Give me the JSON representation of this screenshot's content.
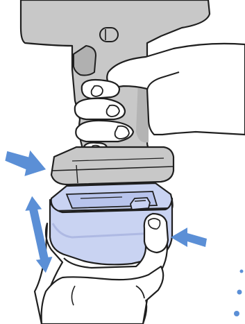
{
  "illustration": {
    "subject": "power-tool-battery-attachment",
    "colors": {
      "tool_body": "#c8c8c8",
      "tool_body_dark": "#a9a9a9",
      "battery": "#c9d3f2",
      "battery_shadow": "#aeb9e3",
      "arrow": "#5b8fd6",
      "outline": "#1f1f1f",
      "hand": "#ffffff",
      "dots": "#5b8fd6"
    },
    "arrows": [
      {
        "name": "press-left-arrow",
        "direction": "right-down"
      },
      {
        "name": "press-right-arrow",
        "direction": "left"
      },
      {
        "name": "slide-vertical-arrow",
        "direction": "up-down"
      }
    ],
    "icons": [
      "hand-icon",
      "drill-handle-icon",
      "battery-pack-icon",
      "release-button-icon"
    ]
  }
}
